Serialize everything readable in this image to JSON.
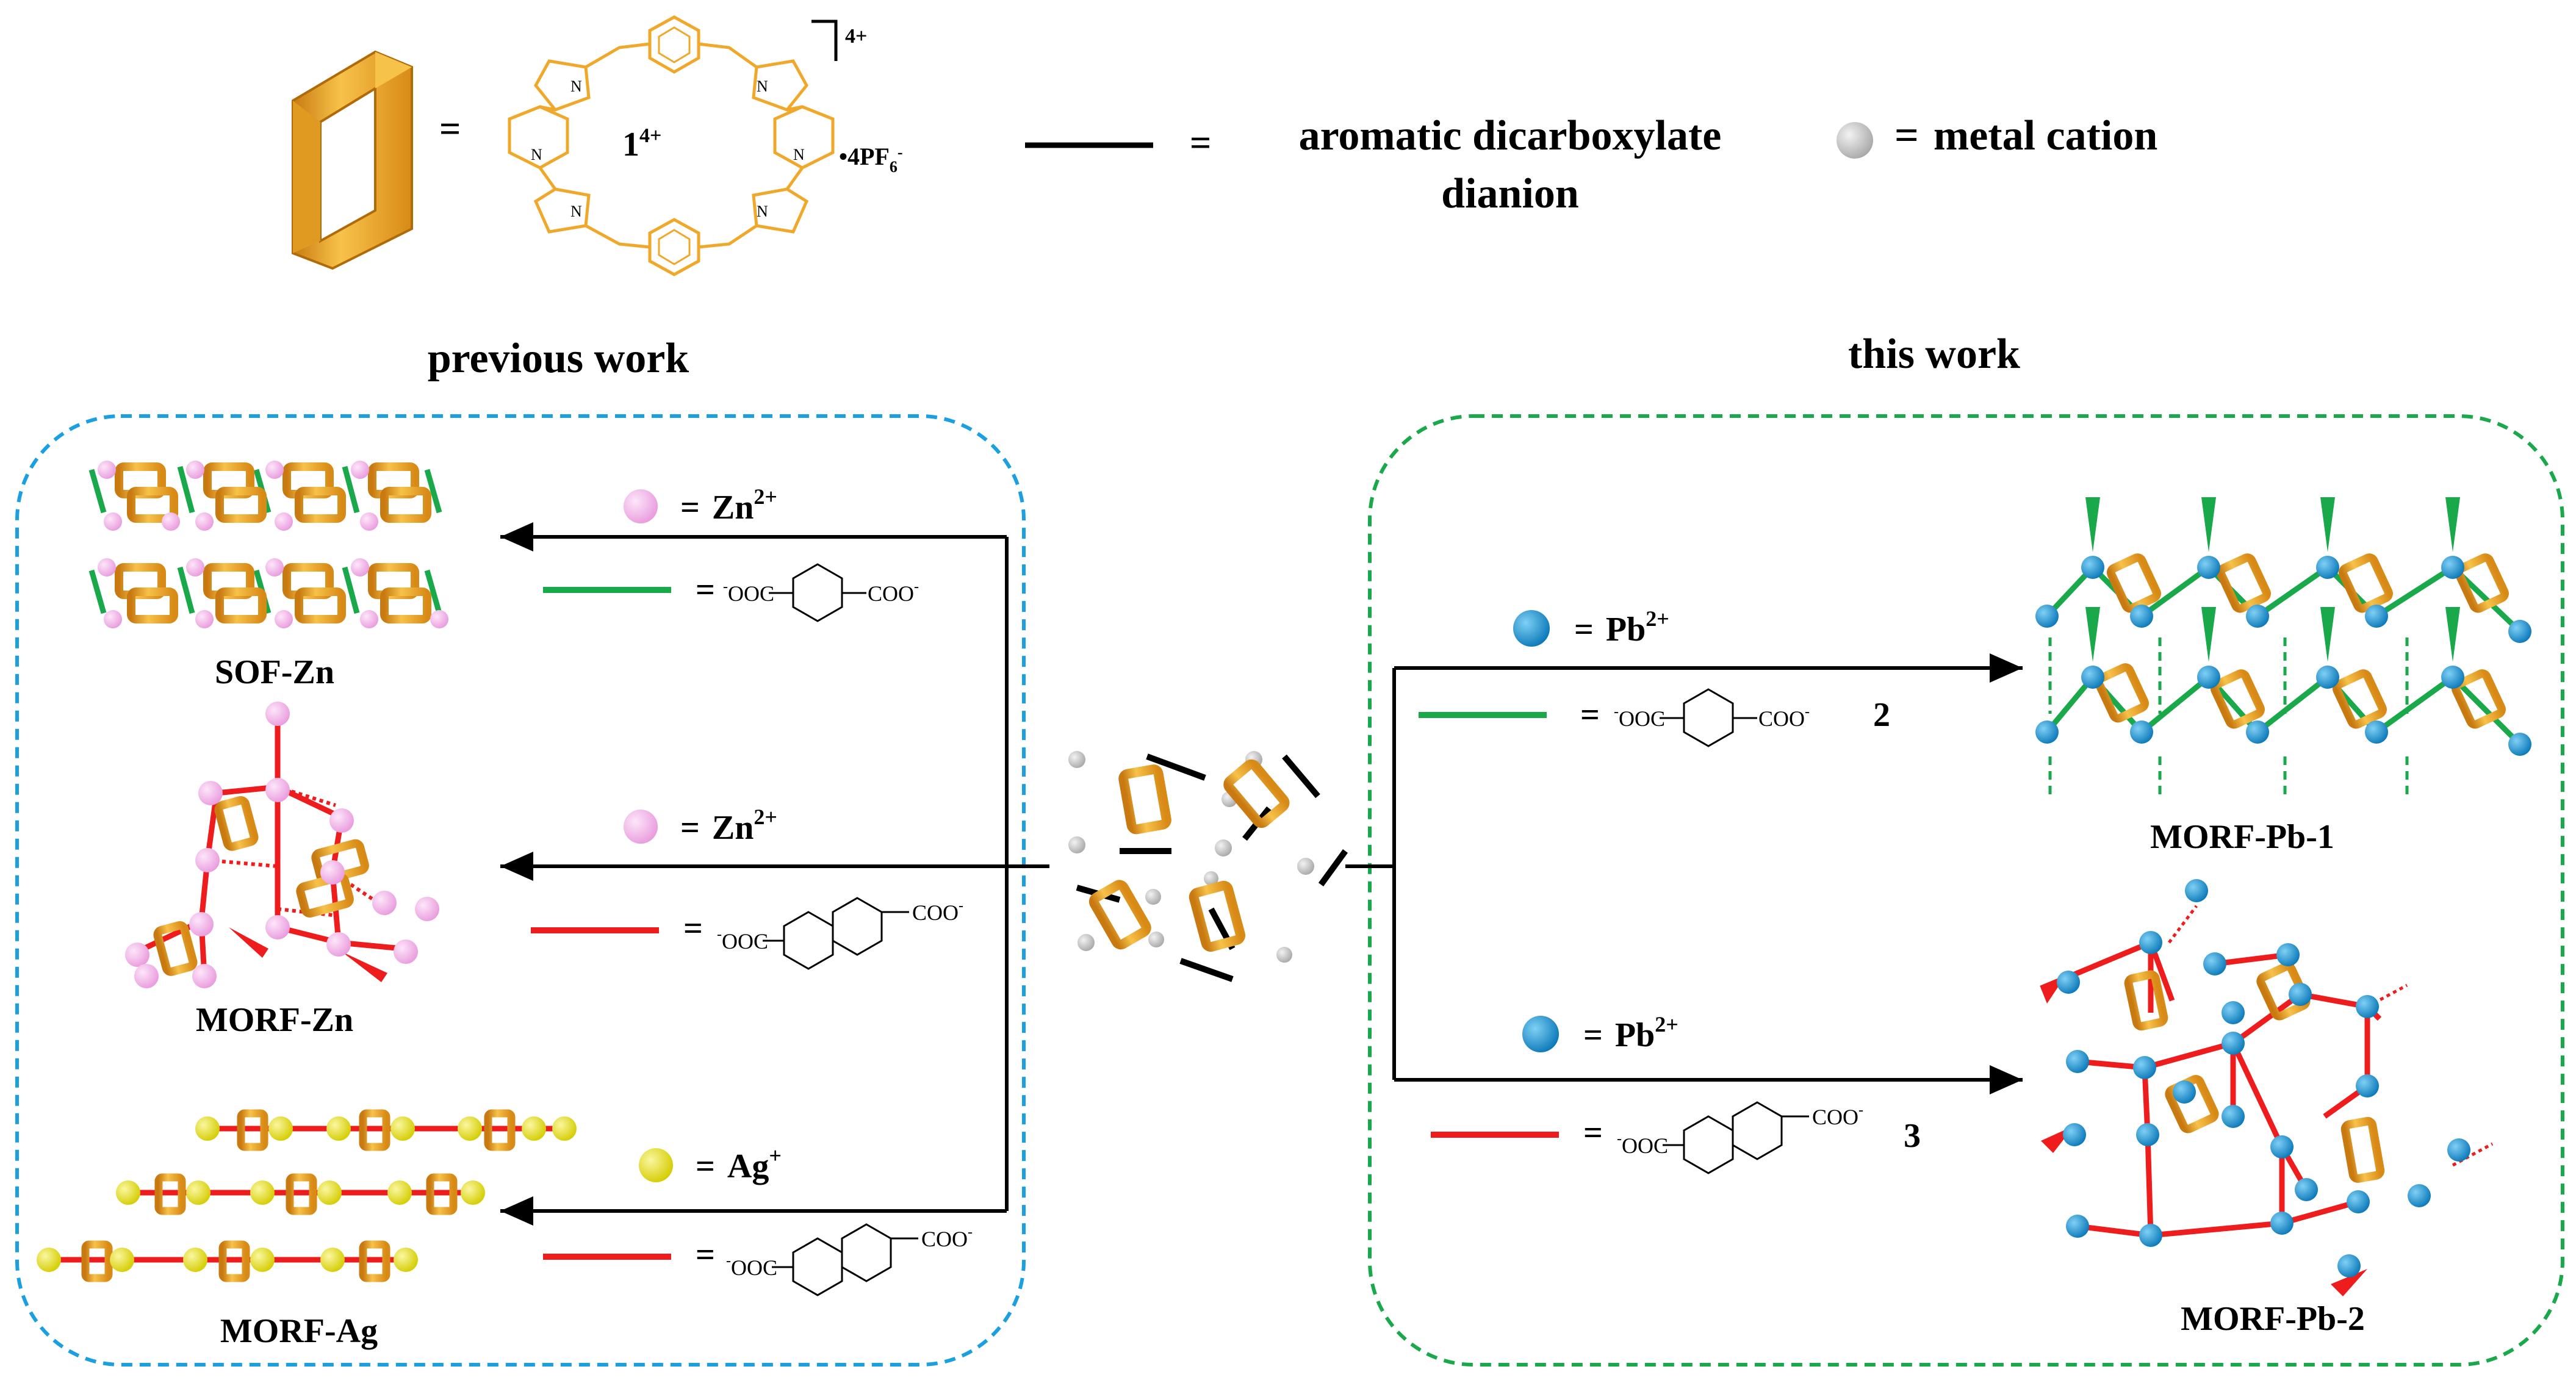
{
  "legend": {
    "equals": "=",
    "macrocycle_label": "1",
    "macrocycle_charge": "4+",
    "corner_charge": "4+",
    "counterion_prefix": "•4PF",
    "counterion_sub": "6",
    "counterion_sup": "-",
    "line_label_1": "aromatic dicarboxylate",
    "line_label_2": "dianion",
    "dot_label": "metal cation"
  },
  "sections": {
    "previous": "previous work",
    "this": "this work"
  },
  "previous": {
    "zn_symbol": "Zn",
    "zn_charge": "2+",
    "ag_symbol": "Ag",
    "ag_charge": "+",
    "bdc_left": "OOC",
    "bdc_right": "COO",
    "ndc_left": "OOC",
    "ndc_right": "COO",
    "minus": "-",
    "products": [
      "SOF-Zn",
      "MORF-Zn",
      "MORF-Ag"
    ]
  },
  "this": {
    "pb_symbol": "Pb",
    "pb_charge": "2+",
    "ligand_2_number": "2",
    "ligand_3_number": "3",
    "products": [
      "MORF-Pb-1",
      "MORF-Pb-2"
    ]
  },
  "colors": {
    "macrocycle": "#f0a82a",
    "zinc": "#f4b6ea",
    "silver": "#e8e21b",
    "lead": "#1b9ad6",
    "bdc_linker": "#19a84a",
    "ndc_linker": "#ee1c1c",
    "box_previous": "#1aa0e0",
    "box_this": "#19a84a",
    "metal_grey": "#c8c8c8"
  }
}
